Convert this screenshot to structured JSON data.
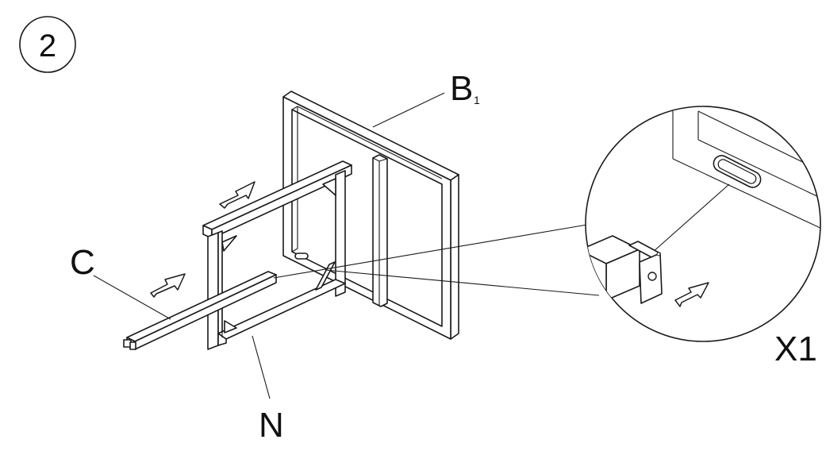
{
  "step": {
    "number": "2"
  },
  "labels": {
    "back_frame": "B",
    "back_frame_subscript": "1",
    "rail": "C",
    "front_frame": "N",
    "detail": "X1"
  },
  "colors": {
    "line": "#1a1a1a",
    "background": "#ffffff"
  },
  "icons": [
    "direction-arrow-icon",
    "slot-hole-icon",
    "bolt-hole-icon"
  ]
}
